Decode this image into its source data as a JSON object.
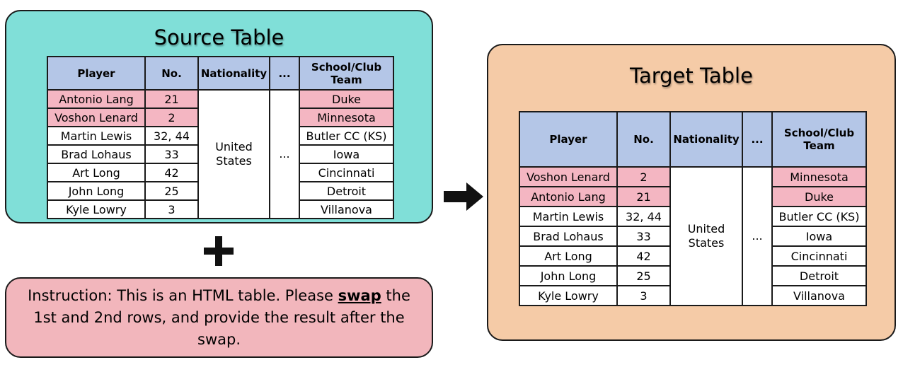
{
  "source": {
    "title": "Source Table",
    "headers": [
      "Player",
      "No.",
      "Nationality",
      "...",
      "School/Club Team"
    ],
    "nationality": "United States",
    "ellipsis": "...",
    "rows": [
      {
        "player": "Antonio Lang",
        "no": "21",
        "school": "Duke",
        "highlight": true
      },
      {
        "player": "Voshon Lenard",
        "no": "2",
        "school": "Minnesota",
        "highlight": true
      },
      {
        "player": "Martin Lewis",
        "no": "32, 44",
        "school": "Butler CC (KS)",
        "highlight": false
      },
      {
        "player": "Brad Lohaus",
        "no": "33",
        "school": "Iowa",
        "highlight": false
      },
      {
        "player": "Art Long",
        "no": "42",
        "school": "Cincinnati",
        "highlight": false
      },
      {
        "player": "John Long",
        "no": "25",
        "school": "Detroit",
        "highlight": false
      },
      {
        "player": "Kyle Lowry",
        "no": "3",
        "school": "Villanova",
        "highlight": false
      }
    ]
  },
  "target": {
    "title": "Target Table",
    "headers": [
      "Player",
      "No.",
      "Nationality",
      "...",
      "School/Club Team"
    ],
    "nationality": "United States",
    "ellipsis": "...",
    "rows": [
      {
        "player": "Voshon Lenard",
        "no": "2",
        "school": "Minnesota",
        "highlight": true
      },
      {
        "player": "Antonio Lang",
        "no": "21",
        "school": "Duke",
        "highlight": true
      },
      {
        "player": "Martin Lewis",
        "no": "32, 44",
        "school": "Butler CC (KS)",
        "highlight": false
      },
      {
        "player": "Brad Lohaus",
        "no": "33",
        "school": "Iowa",
        "highlight": false
      },
      {
        "player": "Art Long",
        "no": "42",
        "school": "Cincinnati",
        "highlight": false
      },
      {
        "player": "John Long",
        "no": "25",
        "school": "Detroit",
        "highlight": false
      },
      {
        "player": "Kyle Lowry",
        "no": "3",
        "school": "Villanova",
        "highlight": false
      }
    ]
  },
  "instruction": {
    "prefix": "Instruction: This is an HTML table. Please ",
    "keyword": "swap",
    "suffix": " the 1st and 2nd rows, and provide the result after the swap."
  },
  "icons": {
    "plus": "plus-icon",
    "arrow": "right-arrow-icon"
  },
  "colors": {
    "source_bg": "#80dfd8",
    "target_bg": "#f5cba7",
    "instruction_bg": "#f2b6bc",
    "header_bg": "#b4c6e7",
    "row_highlight": "#f4b6c2"
  }
}
